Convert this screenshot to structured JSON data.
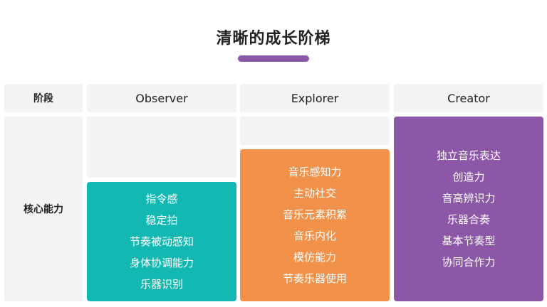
{
  "title": "清晰的成长阶梯",
  "colors": {
    "accent": "#8b57a6",
    "teal": "#14b8b2",
    "orange": "#f2914a",
    "purple": "#8b57a6",
    "cell": "#f3f3f3"
  },
  "table": {
    "header": {
      "stage": "阶段",
      "columns": [
        "Observer",
        "Explorer",
        "Creator"
      ]
    },
    "row_label": "核心能力",
    "observer": [
      "指令感",
      "稳定拍",
      "节奏被动感知",
      "身体协调能力",
      "乐器识别"
    ],
    "explorer": [
      "音乐感知力",
      "主动社交",
      "音乐元素积累",
      "音乐内化",
      "模仿能力",
      "节奏乐器使用"
    ],
    "creator": [
      "独立音乐表达",
      "创造力",
      "音高辨识力",
      "乐器合奏",
      "基本节奏型",
      "协同合作力"
    ]
  }
}
